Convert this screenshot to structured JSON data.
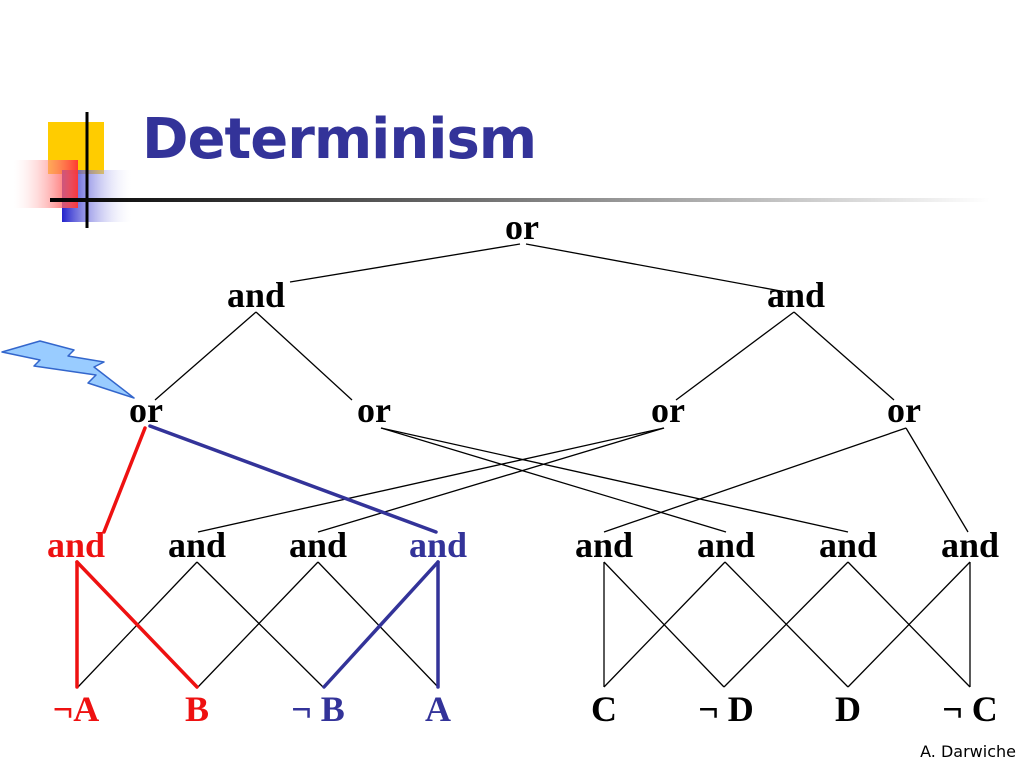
{
  "slide": {
    "title": "Determinism",
    "author": "A. Darwiche"
  },
  "colors": {
    "title": "#333399",
    "highlight_red": "#ee1111",
    "highlight_blue": "#333399",
    "deco_yellow": "#ffcc00",
    "deco_red": "#ff5555",
    "deco_blue": "#3333cc",
    "lightning": "#88ccff"
  },
  "diagram": {
    "nodes": {
      "root": "or",
      "and_left": "and",
      "and_right": "and",
      "or_1": "or",
      "or_2": "or",
      "or_3": "or",
      "or_4": "or",
      "and_1": "and",
      "and_2": "and",
      "and_3": "and",
      "and_4": "and",
      "and_5": "and",
      "and_6": "and",
      "and_7": "and",
      "and_8": "and",
      "lit_1": "¬A",
      "lit_2": "B",
      "lit_3": "¬ B",
      "lit_4": "A",
      "lit_5": "C",
      "lit_6": "¬ D",
      "lit_7": "D",
      "lit_8": "¬ C"
    },
    "icons": {
      "pointer": "lightning-bolt-icon"
    }
  }
}
